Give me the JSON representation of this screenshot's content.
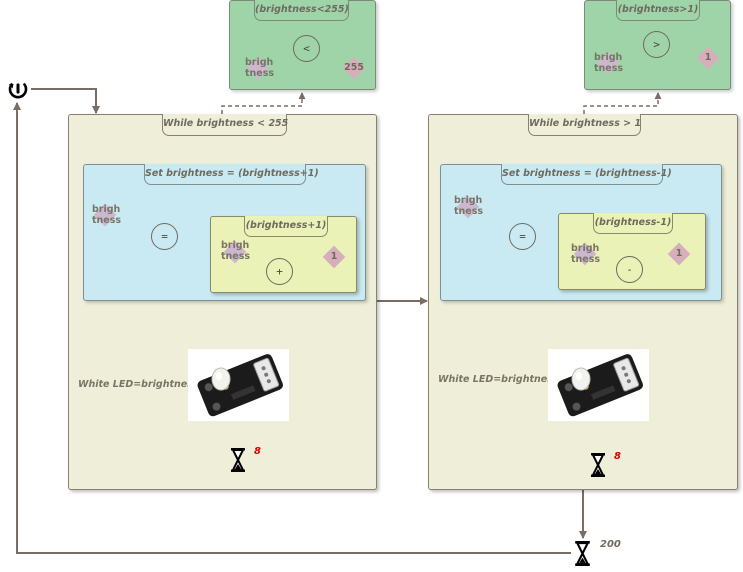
{
  "loops": [
    {
      "title": "While brightness < 255",
      "condition": {
        "title": "(brightness<255)",
        "var_line1": "brigh",
        "var_line2": "tness",
        "operator": "<",
        "literal": "255"
      },
      "assignment": {
        "title": "Set brightness = (brightness+1)",
        "var_line1": "brigh",
        "var_line2": "tness",
        "operator": "=",
        "expression": {
          "title": "(brightness+1)",
          "var_line1": "brigh",
          "var_line2": "tness",
          "operator": "+",
          "literal": "1"
        }
      },
      "led_label": "White LED=brightness",
      "delay": "8"
    },
    {
      "title": "While brightness > 1",
      "condition": {
        "title": "(brightness>1)",
        "var_line1": "brigh",
        "var_line2": "tness",
        "operator": ">",
        "literal": "1"
      },
      "assignment": {
        "title": "Set brightness = (brightness-1)",
        "var_line1": "brigh",
        "var_line2": "tness",
        "operator": "=",
        "expression": {
          "title": "(brightness-1)",
          "var_line1": "brigh",
          "var_line2": "tness",
          "operator": "-",
          "literal": "1"
        }
      },
      "led_label": "White LED=brightness",
      "delay": "8"
    }
  ],
  "final_delay": "200",
  "icons": {
    "start": "power-start-icon",
    "delay": "hourglass-icon",
    "led": "white-led-module-image"
  },
  "colors": {
    "loop_bg": "#efefd9",
    "condition_bg": "#9fd4a8",
    "assignment_bg": "#c9eaf2",
    "expression_bg": "#eaf2b8",
    "literal_diamond": "#d8aebb",
    "wire": "#7a6e64",
    "delay_number_loop": "#e00000",
    "delay_number_final": "#6f6a5e"
  }
}
